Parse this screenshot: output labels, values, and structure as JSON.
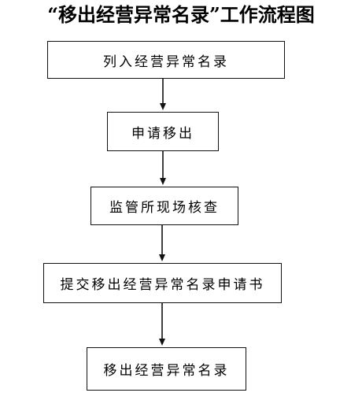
{
  "title": "“移出经营异常名录”工作流程图",
  "steps": [
    {
      "label": "列入经营异常名录"
    },
    {
      "label": "申请移出"
    },
    {
      "label": "监管所现场核查"
    },
    {
      "label": "提交移出经营异常名录申请书"
    },
    {
      "label": "移出经营异常名录"
    }
  ],
  "colors": {
    "line": "#111111",
    "background": "#ffffff"
  }
}
